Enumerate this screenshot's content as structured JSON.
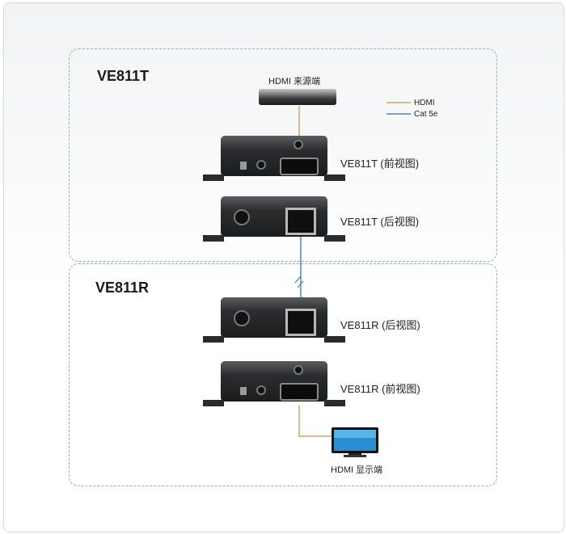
{
  "diagram": {
    "transmitter_title": "VE811T",
    "receiver_title": "VE811R",
    "source_label": "HDMI 来源端",
    "display_label": "HDMI 显示端",
    "legend": [
      {
        "label": "HDMI",
        "color": "#c8a86b"
      },
      {
        "label": "Cat 5e",
        "color": "#4f86b8"
      }
    ],
    "units": [
      {
        "label": "VE811T (前视图)"
      },
      {
        "label": "VE811T (后视图)"
      },
      {
        "label": "VE811R (后视图)"
      },
      {
        "label": "VE811R (前视图)"
      }
    ]
  }
}
